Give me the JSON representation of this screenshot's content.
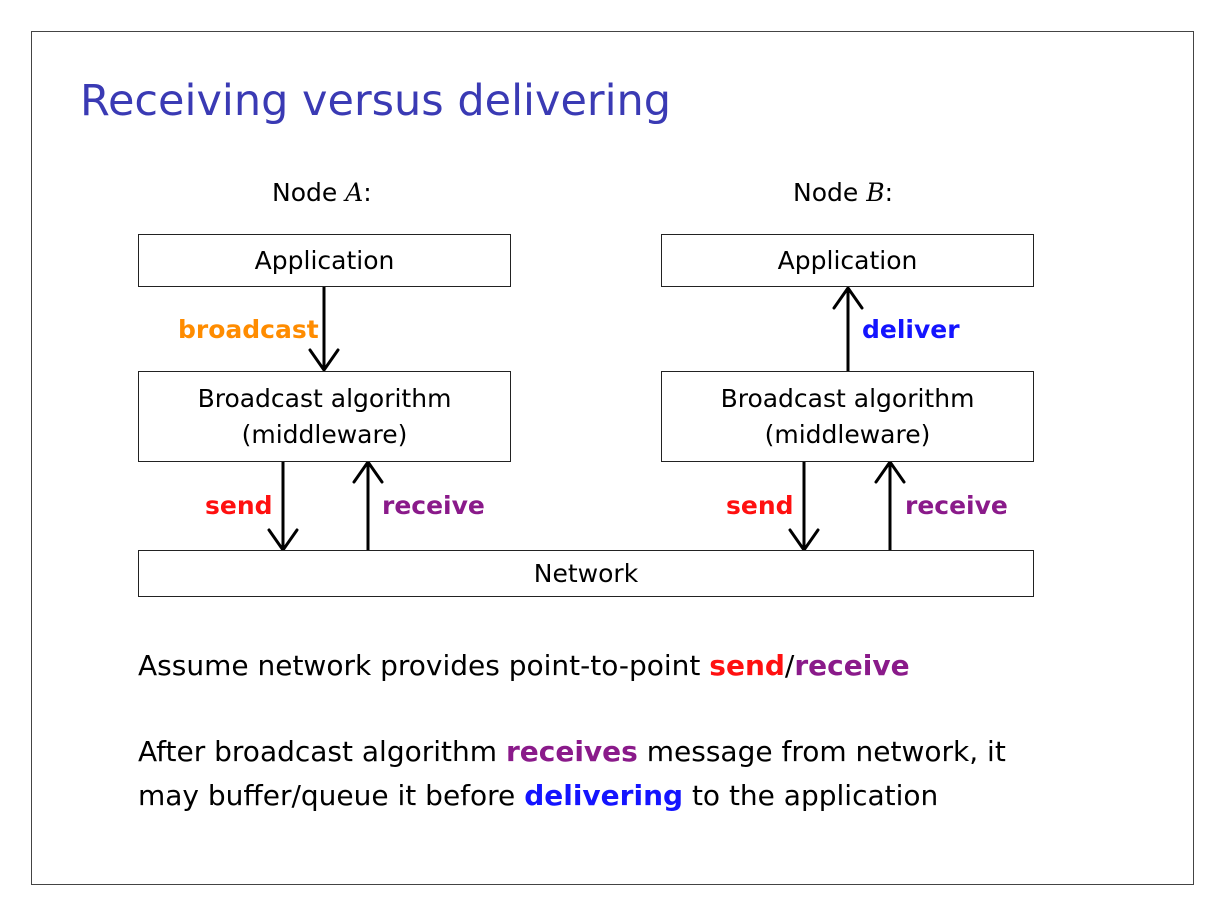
{
  "slide": {
    "title": "Receiving versus delivering"
  },
  "node_a": {
    "label_prefix": "Node ",
    "label_var": "A",
    "label_suffix": ":",
    "app_box": "Application",
    "middleware_line1": "Broadcast algorithm",
    "middleware_line2": "(middleware)",
    "broadcast_label": "broadcast",
    "send_label": "send",
    "receive_label": "receive"
  },
  "node_b": {
    "label_prefix": "Node ",
    "label_var": "B",
    "label_suffix": ":",
    "app_box": "Application",
    "middleware_line1": "Broadcast algorithm",
    "middleware_line2": "(middleware)",
    "deliver_label": "deliver",
    "send_label": "send",
    "receive_label": "receive"
  },
  "network_box": "Network",
  "colors": {
    "title": "#3a3ab4",
    "broadcast": "#ff8c00",
    "deliver": "#1414ff",
    "send": "#ff1010",
    "receive": "#8a1a8a"
  },
  "text": {
    "p1_before": "Assume network provides point-to-point ",
    "p1_send": "send",
    "p1_slash": "/",
    "p1_receive": "receive",
    "p2_line1_before": "After broadcast algorithm ",
    "p2_receives": "receives",
    "p2_line1_after": " message from network, it",
    "p2_line2_before": "may buffer/queue it before ",
    "p2_delivering": "delivering",
    "p2_line2_after": " to the application"
  }
}
